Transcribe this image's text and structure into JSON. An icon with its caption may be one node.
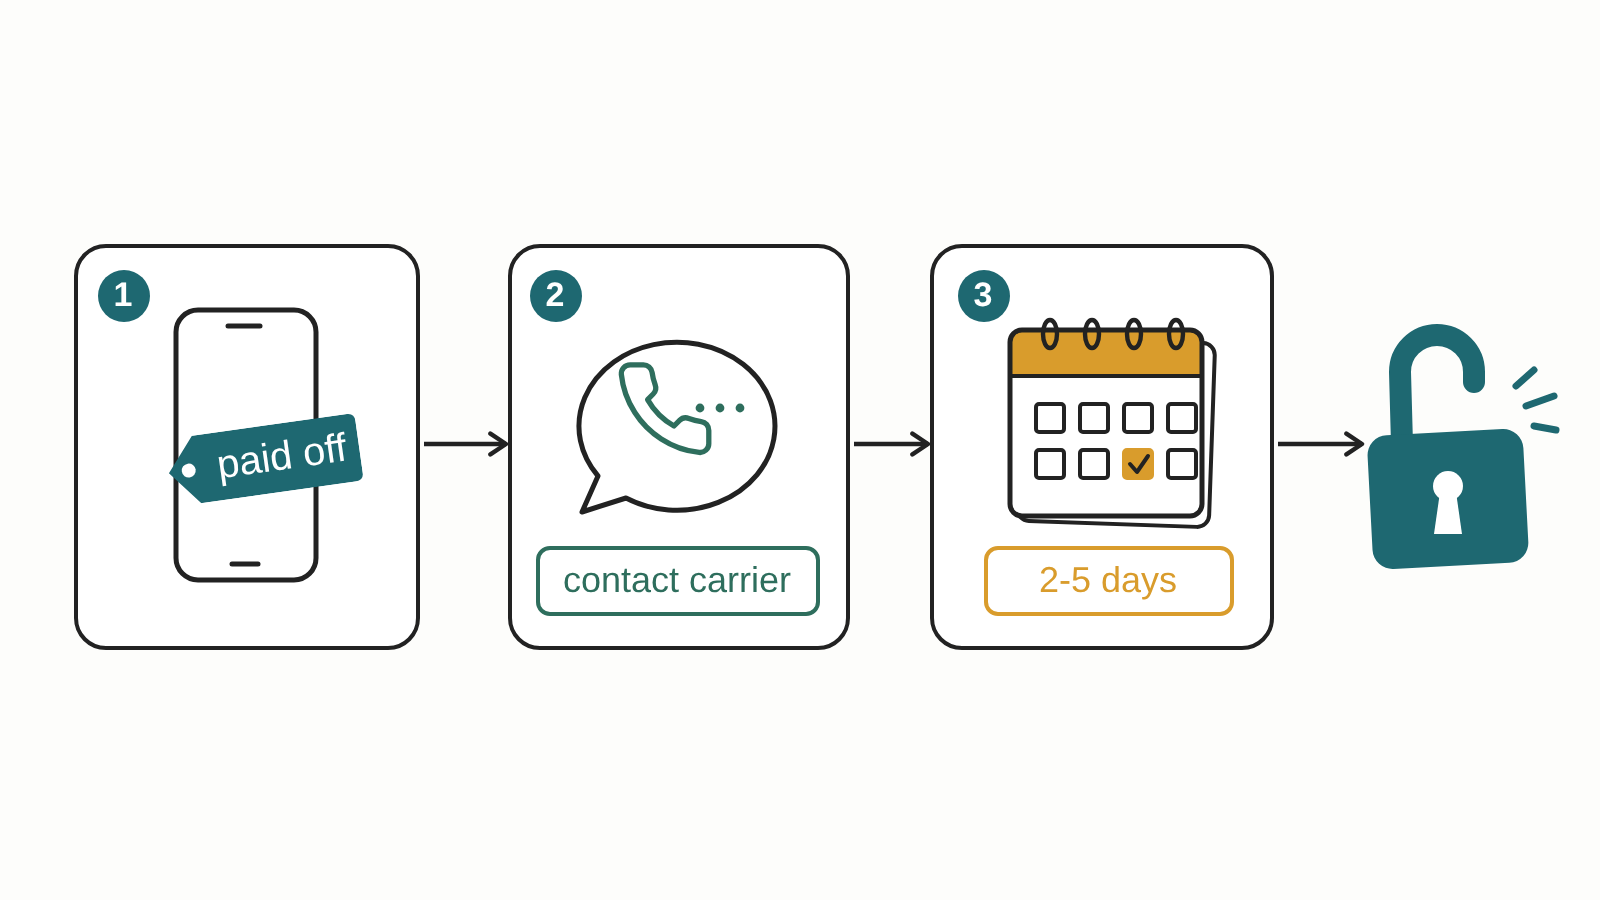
{
  "diagram": {
    "nodes": [
      {
        "text": [],
        "shape": "box"
      },
      {
        "text": [
          "1"
        ],
        "in": 0
      },
      {
        "text": [
          "paid off"
        ],
        "in": 0
      },
      {
        "text": [],
        "shape": "box"
      },
      {
        "text": [
          "2"
        ],
        "in": 3
      },
      {
        "text": [
          "contact carrier"
        ],
        "in": 3
      },
      {
        "text": [],
        "shape": "box"
      },
      {
        "text": [
          "3"
        ],
        "in": 6
      },
      {
        "text": [
          "2-5 days"
        ],
        "in": 6
      },
      {
        "text": [],
        "shape": "picture"
      }
    ],
    "edges": [
      {
        "from": 0,
        "to": 3,
        "arrow": "to"
      },
      {
        "from": 3,
        "to": 6,
        "arrow": "to"
      },
      {
        "from": 6,
        "to": 9,
        "arrow": "to"
      }
    ]
  }
}
